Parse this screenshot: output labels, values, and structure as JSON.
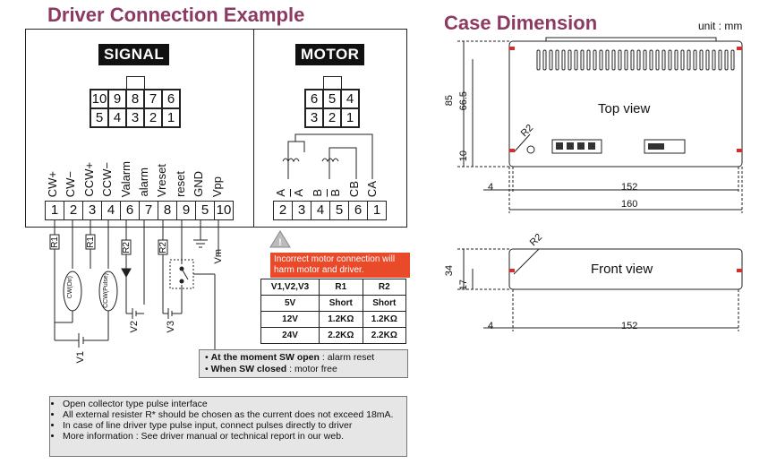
{
  "connection": {
    "title": "Driver Connection Example",
    "signal_label": "SIGNAL",
    "motor_label": "MOTOR",
    "signal_pins_top": [
      "10",
      "9",
      "8",
      "7",
      "6"
    ],
    "signal_pins_bottom": [
      "5",
      "4",
      "3",
      "2",
      "1"
    ],
    "motor_pins_top": [
      "6",
      "5",
      "4"
    ],
    "motor_pins_bottom": [
      "3",
      "2",
      "1"
    ],
    "signal_terminal_names": [
      "CW+",
      "CW−",
      "CCW+",
      "CCW−",
      "Valarm",
      "alarm",
      "Vreset",
      "reset",
      "GND",
      "Vpp"
    ],
    "signal_terminal_numbers": [
      "1",
      "2",
      "3",
      "4",
      "6",
      "7",
      "8",
      "9",
      "5",
      "10"
    ],
    "motor_terminal_names": [
      "A",
      "A",
      "B",
      "B",
      "CB",
      "CA"
    ],
    "motor_terminal_numbers": [
      "2",
      "3",
      "4",
      "5",
      "6",
      "1"
    ],
    "resistor_labels": [
      "R1",
      "R1",
      "R2",
      "R2"
    ],
    "led_labels": [
      "CW(Dir)",
      "CCW(Pulse)"
    ],
    "supply_labels": [
      "V1",
      "V2",
      "V3",
      "Vm"
    ],
    "warning_text": "Incorrect motor connection will harm motor and driver.",
    "resistor_table": {
      "headers": [
        "V1,V2,V3",
        "R1",
        "R2"
      ],
      "rows": [
        [
          "5V",
          "Short",
          "Short"
        ],
        [
          "12V",
          "1.2KΩ",
          "1.2KΩ"
        ],
        [
          "24V",
          "2.2KΩ",
          "2.2KΩ"
        ]
      ]
    },
    "switch_note": {
      "line1_bold": "At the moment SW open",
      "line1_rest": " : alarm reset",
      "line2_bold": "When SW closed",
      "line2_rest": " : motor free"
    },
    "notes": [
      "Open collector type pulse interface",
      "All external resister R* should be chosen as the current does not exceed 18mA.",
      "In case of line driver type pulse input, connect pulses directly to driver",
      "More information : See driver manual or technical report in our web."
    ]
  },
  "dimension": {
    "title": "Case Dimension",
    "unit": "unit : mm",
    "top_view_label": "Top view",
    "front_view_label": "Front view",
    "radius_label": "R2",
    "top_dims": {
      "height_total": "85",
      "height_inner": "66.5",
      "height_offset": "10",
      "offset_left": "4",
      "inner_width": "152",
      "total_width": "160"
    },
    "front_dims": {
      "height_total": "34",
      "height_offset": "17",
      "offset_left": "4",
      "inner_width": "152"
    }
  },
  "colors": {
    "title": "#8b3a62",
    "warning": "#e84a2a",
    "marker": "#d03030",
    "note_bg": "#e6e6e6"
  }
}
